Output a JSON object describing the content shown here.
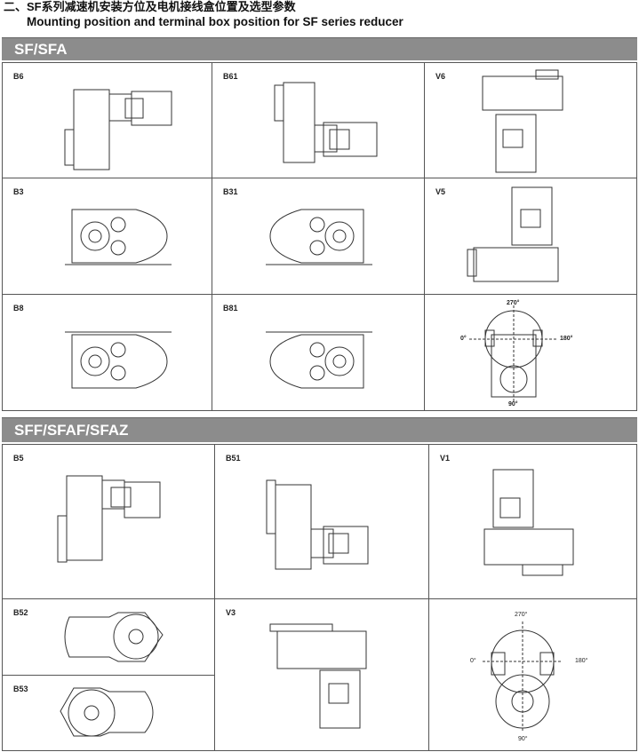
{
  "title_cn": "二、SF系列减速机安装方位及电机接线盒位置及选型参数",
  "title_en": "Mounting position and terminal box position for SF series reducer",
  "sections": [
    {
      "name": "SF/SFA",
      "cells": [
        "B6",
        "B61",
        "V6",
        "B3",
        "B31",
        "V5",
        "B8",
        "B81",
        ""
      ]
    },
    {
      "name": "SFF/SFAF/SFAZ",
      "cells": [
        "B5",
        "B51",
        "V1",
        "B52",
        "B53",
        "V3",
        ""
      ]
    }
  ],
  "angles": {
    "top": "270°",
    "left": "0°",
    "right": "180°",
    "bottom": "90°"
  }
}
